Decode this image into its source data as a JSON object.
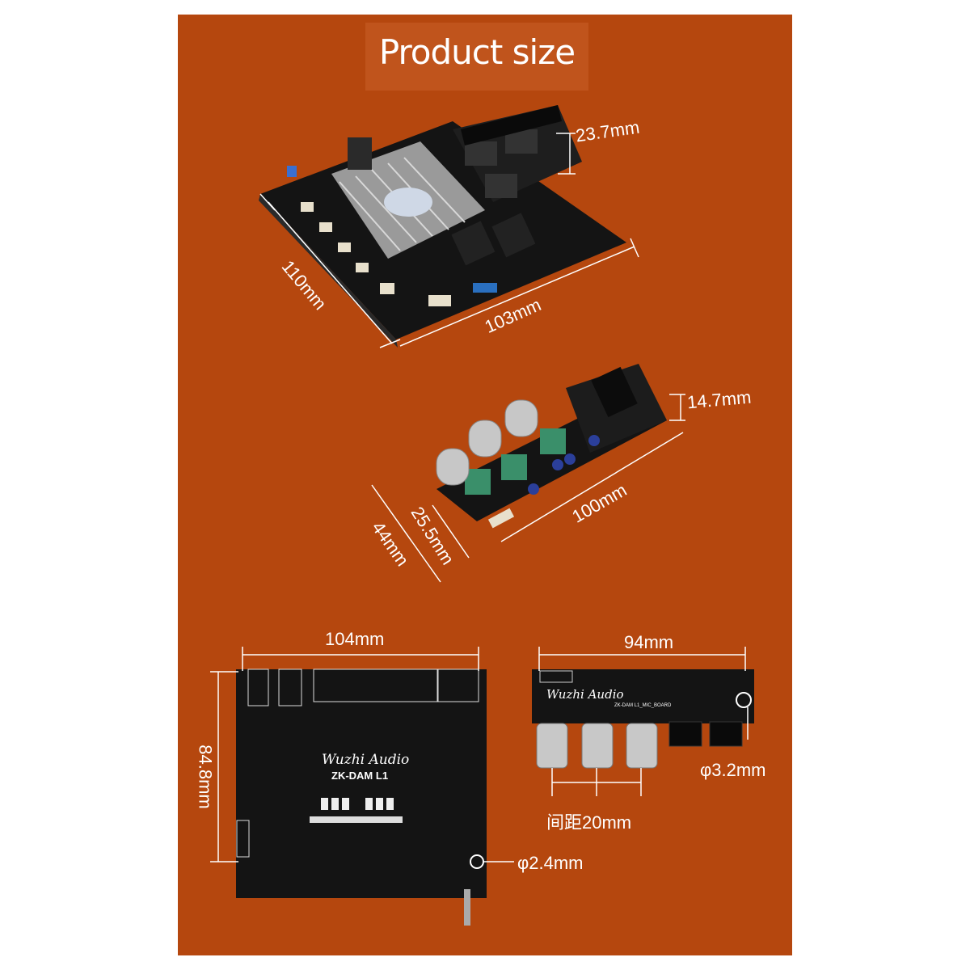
{
  "title": "Product size",
  "colors": {
    "background": "#b5470e",
    "board": "#141414",
    "dimension_line": "#ffffff"
  },
  "main_board": {
    "height": "23.7mm",
    "depth": "110mm",
    "width": "103mm",
    "top_view": {
      "width": "104mm",
      "height": "84.8mm",
      "hole": "φ2.4mm",
      "brand": "Wuzhi Audio",
      "model": "ZK-DAM L1"
    }
  },
  "mic_board": {
    "height": "14.7mm",
    "width": "100mm",
    "knob_depth": "25.5mm",
    "depth": "44mm",
    "front_view": {
      "width": "94mm",
      "hole": "φ3.2mm",
      "pitch": "间距20mm",
      "brand": "Wuzhi Audio",
      "model": "ZK-DAM L1_MIC_BOARD"
    }
  }
}
